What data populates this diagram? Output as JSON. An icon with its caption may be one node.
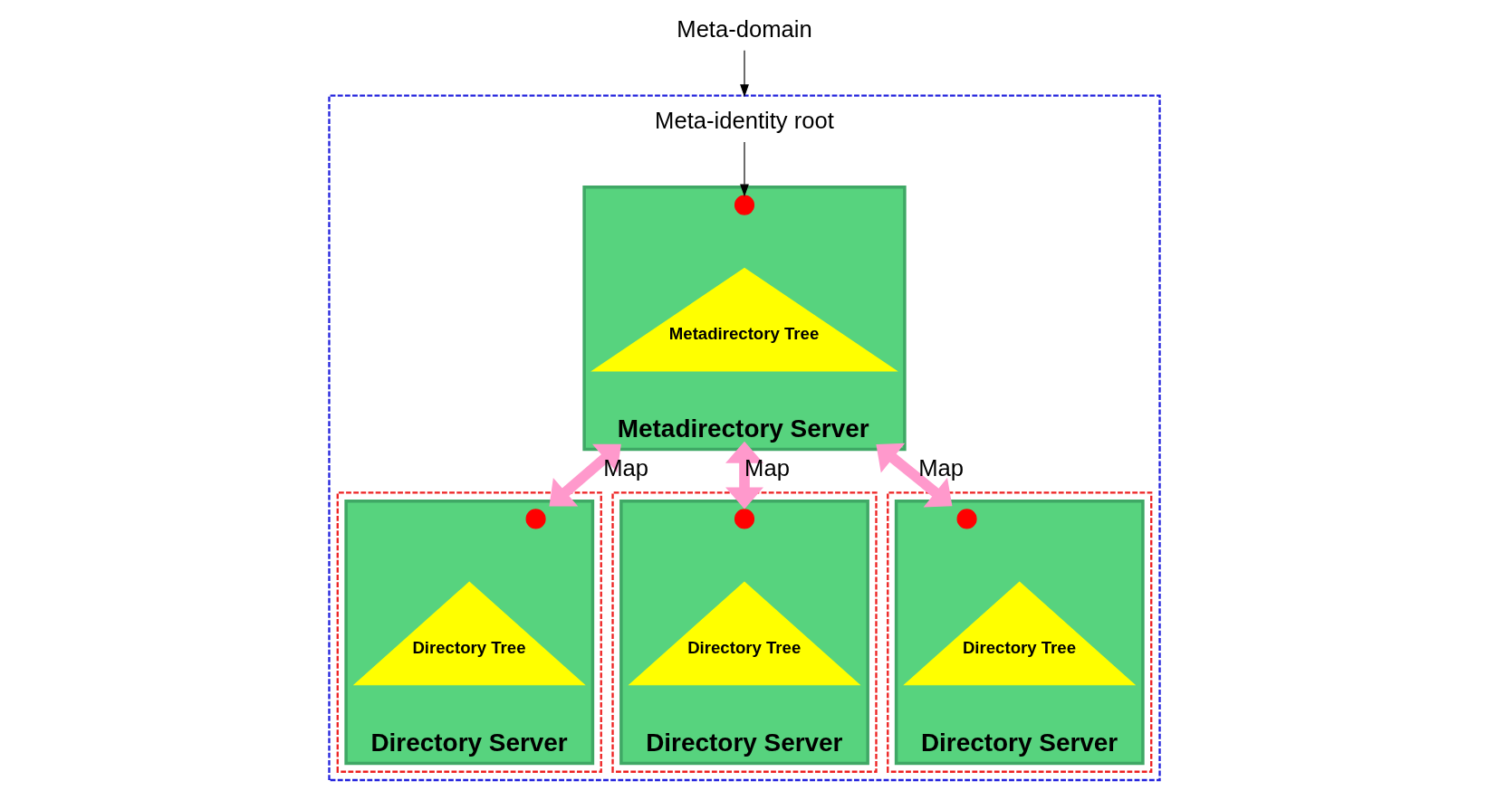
{
  "diagram": {
    "nodes": [
      {
        "text": [],
        "shape": "box"
      },
      {
        "text": [
          "Meta-identity root"
        ],
        "in": 0
      },
      {
        "text": [
          "Meta-domain"
        ]
      },
      {
        "text": [
          "Metadirectory Server"
        ],
        "in": 0
      },
      {
        "text": [],
        "shape": "circle",
        "in": 3
      },
      {
        "text": [
          "Metadirectory Tree"
        ],
        "in": 3
      },
      {
        "text": [],
        "shape": "box",
        "in": 0
      },
      {
        "text": [
          "Directory Server"
        ],
        "in": 6
      },
      {
        "text": [],
        "shape": "circle",
        "in": 7
      },
      {
        "text": [
          "Directory Tree"
        ],
        "in": 7
      },
      {
        "text": [],
        "shape": "box",
        "in": 0
      },
      {
        "text": [
          "Directory Server"
        ],
        "in": 10
      },
      {
        "text": [],
        "shape": "circle",
        "in": 11
      },
      {
        "text": [
          "Directory Tree"
        ],
        "in": 11
      },
      {
        "text": [],
        "shape": "box",
        "in": 0
      },
      {
        "text": [
          "Directory Server"
        ],
        "in": 14
      },
      {
        "text": [],
        "shape": "circle",
        "in": 15
      },
      {
        "text": [
          "Directory Tree"
        ],
        "in": 15
      }
    ],
    "edges": [
      {
        "from": 1,
        "to": 4,
        "arrow": "to",
        "color": "#000000"
      },
      {
        "from": 2,
        "to": 0,
        "arrow": "to",
        "color": "#000000"
      },
      {
        "from": 3,
        "to": 7,
        "arrow": "both",
        "label": "Map",
        "color": "#ff99cc"
      },
      {
        "from": 3,
        "to": 11,
        "arrow": "both",
        "label": "Map",
        "color": "#ff99cc"
      },
      {
        "from": 3,
        "to": 15,
        "arrow": "both",
        "label": "Map",
        "color": "#ff99cc"
      }
    ]
  }
}
